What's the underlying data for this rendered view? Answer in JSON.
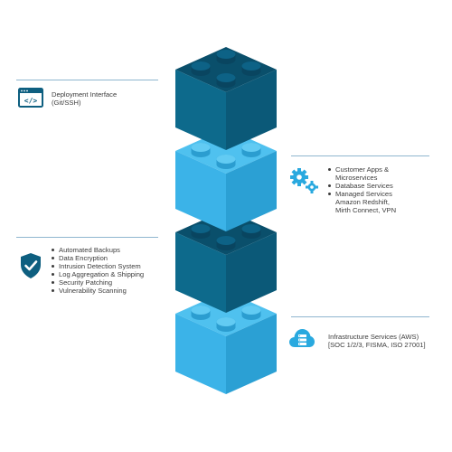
{
  "colors": {
    "dark_top": "#0a4f6b",
    "dark_left": "#0d6a8c",
    "dark_right": "#0b5978",
    "light_top": "#4fc1ef",
    "light_left": "#3bb3e8",
    "light_right": "#2ba0d4",
    "icon_dark": "#0e5f80",
    "icon_light": "#29a9df",
    "divider": "#8fb6cf",
    "text": "#3d3d3d"
  },
  "blocks": [
    {
      "name": "block-1",
      "shade": "dark"
    },
    {
      "name": "block-2",
      "shade": "light"
    },
    {
      "name": "block-3",
      "shade": "dark"
    },
    {
      "name": "block-4",
      "shade": "light"
    }
  ],
  "deployment": {
    "icon": "code-window-icon",
    "line1": "Deployment Interface",
    "line2": "(Git/SSH)"
  },
  "apps": {
    "icon": "gears-icon",
    "items": [
      "Customer Apps &",
      "Database Services",
      "Managed Services"
    ],
    "continuations": {
      "0": "Microservices",
      "2a": "Amazon Redshift,",
      "2b": "Mirth Connect, VPN"
    }
  },
  "security": {
    "icon": "shield-check-icon",
    "items": [
      "Automated Backups",
      "Data Encryption",
      "Intrusion Detection System",
      "Log Aggregation & Shipping",
      "Security Patching",
      "Vulnerability Scanning"
    ]
  },
  "infrastructure": {
    "icon": "cloud-server-icon",
    "line1": "Infrastructure Services (AWS)",
    "line2": "[SOC 1/2/3, FISMA, ISO 27001]"
  }
}
